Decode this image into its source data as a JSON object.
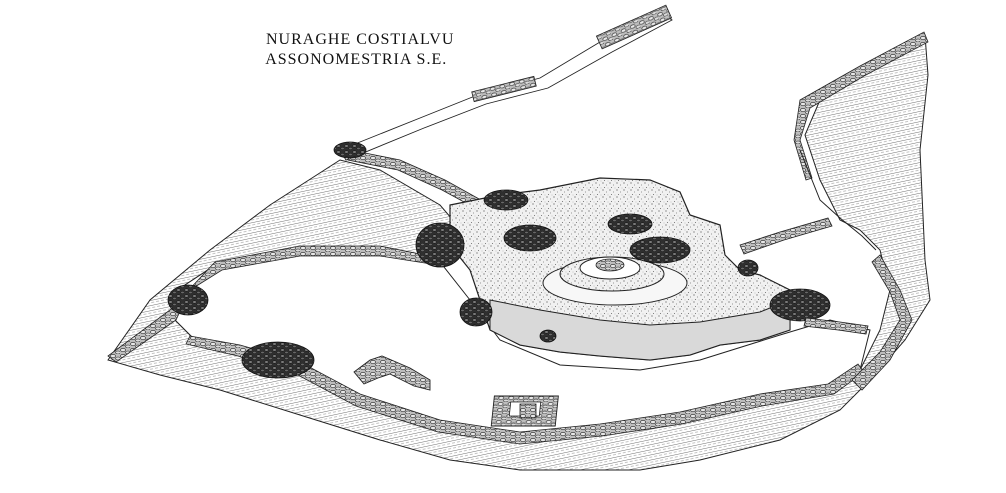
{
  "title": {
    "line1": "NURAGHE COSTIALVU",
    "line2": "ASSONOMESTRIA S.E."
  },
  "colors": {
    "ink": "#111111",
    "hatch": "#6e6e6e",
    "stipple_bg": "#f1f1f1",
    "stone_dark": "#3a3a3a",
    "paper": "#ffffff"
  },
  "icons": {
    "hatch": "diagonal-hatch-pattern",
    "stipple": "stipple-pattern",
    "masonry": "masonry-wall-pattern"
  }
}
